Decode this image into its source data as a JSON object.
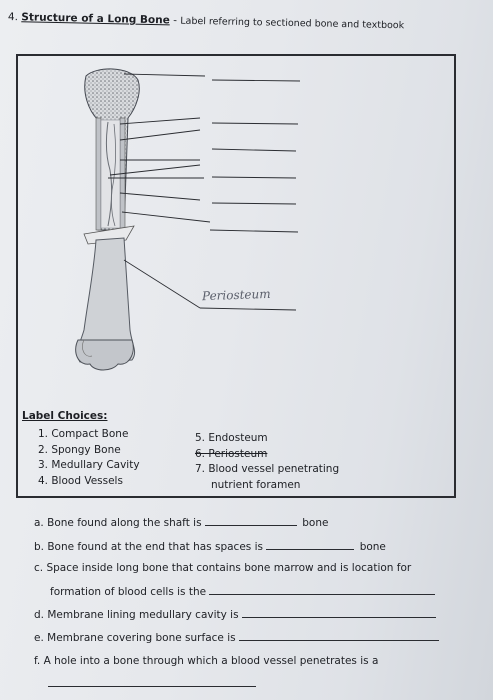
{
  "header": {
    "number": "4.",
    "title": "Structure of a Long Bone",
    "dash": "-",
    "subtitle": "Label referring to sectioned bone and textbook"
  },
  "diagram": {
    "handwritten_label": "Periosteum"
  },
  "label_choices": {
    "title": "Label Choices:",
    "left_column": [
      "1. Compact Bone",
      "2. Spongy Bone",
      "3. Medullary Cavity",
      "4. Blood Vessels"
    ],
    "right_column": [
      "5. Endosteum",
      "6. Periosteum",
      "7. Blood vessel penetrating",
      "nutrient foramen"
    ]
  },
  "questions": {
    "a_text": "a. Bone found along the shaft is",
    "a_suffix": "bone",
    "b_text": "b. Bone found at the end that has spaces is",
    "b_suffix": "bone",
    "c_text": "c. Space inside long bone that contains bone marrow and is location for",
    "c_text2": "formation of blood cells is the",
    "d_text": "d. Membrane lining medullary cavity is",
    "e_text": "e. Membrane covering bone surface is",
    "f_text": "f. A hole into a bone through which a blood vessel penetrates is a"
  },
  "colors": {
    "ink": "#1d1f24",
    "pencil": "#5b5f6b",
    "bone": "#cfd2d6"
  }
}
